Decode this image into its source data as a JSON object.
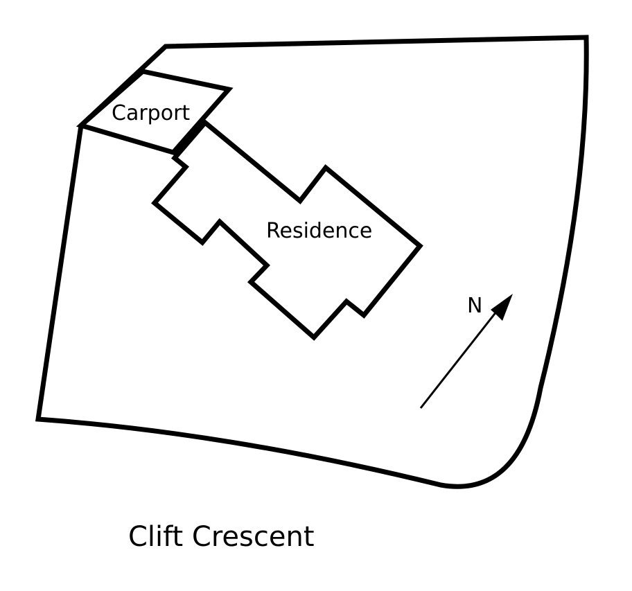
{
  "labels": {
    "carport": "Carport",
    "residence": "Residence",
    "north": "N",
    "street": "Clift Crescent"
  },
  "colors": {
    "stroke": "#000000",
    "background": "#ffffff"
  }
}
